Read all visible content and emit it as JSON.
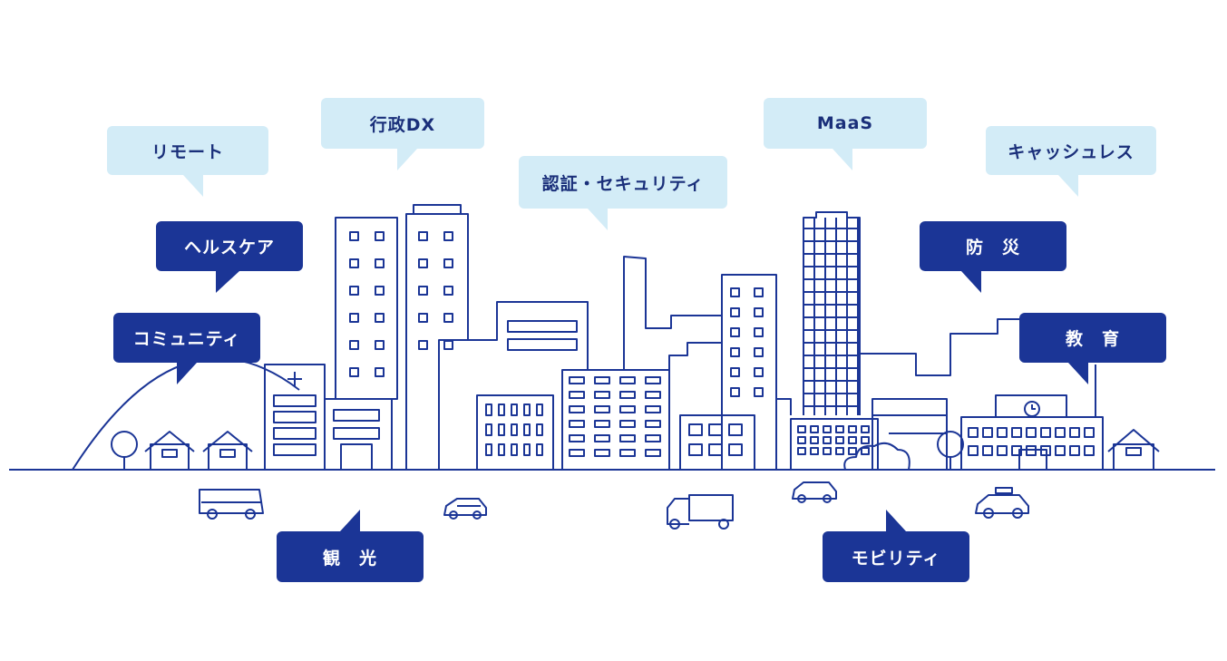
{
  "colors": {
    "line": "#1b3596",
    "bubble_light": "#d3ecf7",
    "bubble_dark": "#1b3596",
    "text_light": "#1a2f7a"
  },
  "labels": {
    "remote": "リモート",
    "gov_dx": "行政DX",
    "auth_security": "認証・セキュリティ",
    "maas": "MaaS",
    "cashless": "キャッシュレス",
    "healthcare": "ヘルスケア",
    "community": "コミュニティ",
    "disaster": "防　災",
    "education": "教　育",
    "tourism": "観　光",
    "mobility": "モビリティ"
  }
}
